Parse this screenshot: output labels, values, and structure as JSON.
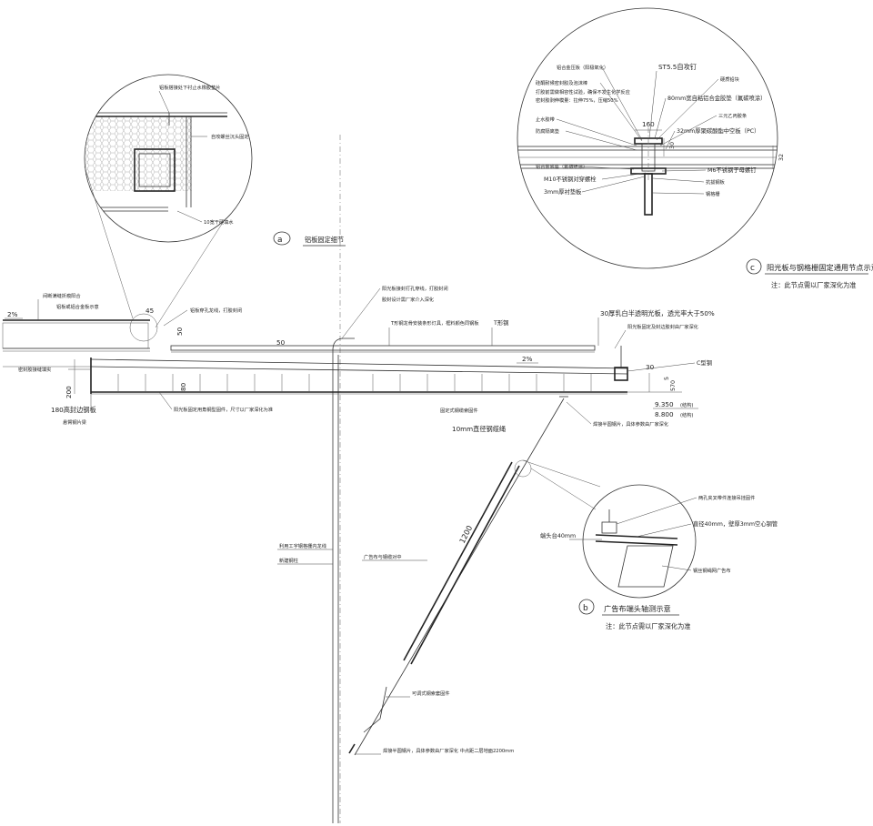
{
  "detail_a": {
    "letter": "a",
    "title": "铝板固定细节",
    "labels": {
      "l1": "铝板搭接处下衬止水橡胶垫片",
      "l2": "自攻螺丝沉头固定",
      "l3": "10宽干硬填水"
    }
  },
  "detail_c": {
    "letter": "c",
    "title": "阳光板与钢格栅固定通用节点示意",
    "note": "注：此节点需以厂家深化为准",
    "labels": {
      "l1": "铝合金压板（阳极氧化）",
      "l2": "ST5.5自攻钉",
      "l3": "硅酮耐候密封胶及泡沫棒",
      "l4": "硬质铅块",
      "l5": "打胶前需做相容性试验，确保不发生化学反应",
      "l6": "密封胶剥伸模量：拉伸75%，压缩50%",
      "l7": "80mm宽自粘铝合金胶垫（氟碳喷涂）",
      "l8": "三元乙丙胶条",
      "l9": "止水胶带",
      "l10": "32mm厚聚碳酸酯中空板（PC）",
      "l11": "防腐隔离垫",
      "l12": "铝合金底座（氟碳喷涂）",
      "l13": "M6不锈钢子母螺钉",
      "l14": "M10不锈钢对穿螺栓",
      "l15": "抗拔钢板",
      "l16": "3mm厚衬垫板",
      "l17": "钢格栅",
      "dim160": "160",
      "dim30": "30",
      "dim32": "32"
    }
  },
  "main": {
    "slope_left": "2%",
    "slope_mid": "2%",
    "labels": {
      "l1": "间断满缝折痕阳合",
      "l2": "铝板或铝合金板示意",
      "l3": "铝板穿孔龙线，打胶封闭",
      "l4": "阳光板接封打孔穿线，打胶封闭",
      "l5": "胶封设计需厂家介入深化",
      "l6": "T形钢龙骨安装条形灯具，框料颜色同钢板",
      "l7": "T形钢",
      "l8": "30厚乳白半透明光板，透光率大于50%",
      "l9": "阳光板固定及封边胶封由厂家深化",
      "l10": "C型钢",
      "l11": "密封胶接缝填实",
      "l12": "180高封边钢板",
      "l13": "悬臂钢片梁",
      "l14": "阳光板固定用角钢型固件，尺寸以厂家深化为准",
      "l15": "固定式钢缆索固件",
      "l16": "10mm直径钢缆绳",
      "l17": "焊接半圆钢片，具体参数由厂家深化",
      "dim45": "45",
      "dim50a": "50",
      "dim50b": "50",
      "dim80": "80",
      "dim200": "200",
      "dim30": "30",
      "dim570": "570",
      "dim5": "5",
      "elev1": "9.350",
      "elev1_tag": "(结构)",
      "elev2": "8.800",
      "elev2_tag": "(结构)"
    }
  },
  "lower": {
    "l1": "利用工字钢格栅内龙线",
    "l2": "新建钢柱",
    "l3": "广告布与钢缆对中",
    "l4": "可调式钢索套固件",
    "l5": "焊接半圆钢片，具体参数由厂家深化 中点距二层地面2200mm",
    "dim1200": "1200"
  },
  "detail_b": {
    "letter": "b",
    "title": "广告布端头轴测示意",
    "note": "注：此节点需以厂家深化为准",
    "labels": {
      "l1": "两孔夹叉带件连接吊挂固件",
      "l2": "端头台40mm",
      "l3": "直径40mm，壁厚3mm空心钢管",
      "l4": "钢丝钢绳网广告布"
    }
  }
}
